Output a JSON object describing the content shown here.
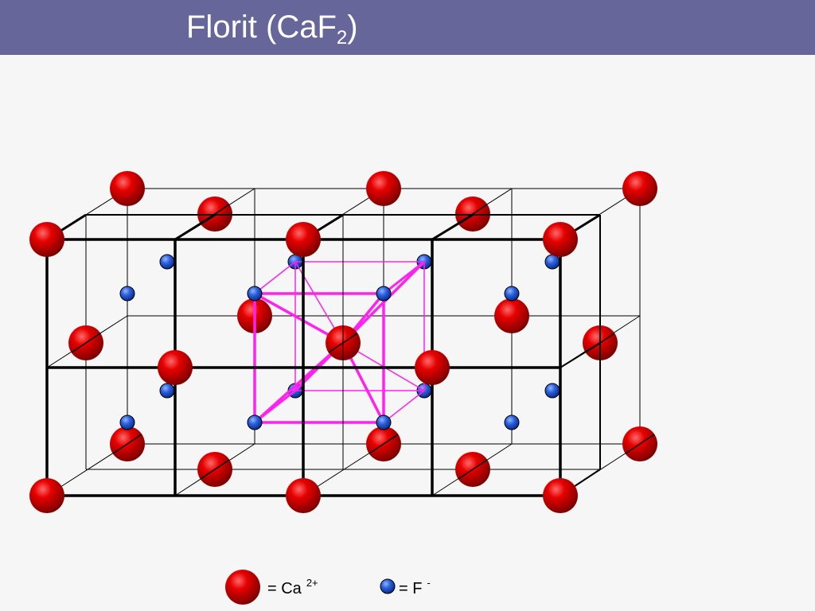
{
  "header": {
    "title_main": "Florit (CaF",
    "title_sub": "2",
    "title_end": ")"
  },
  "diagram": {
    "colors": {
      "title_bar": "#66669a",
      "calcium": "#d40000",
      "fluorine": "#2255cc",
      "coordination": "#ff22ee",
      "edges": "#000000"
    }
  },
  "legend": {
    "ca_text": "= Ca",
    "ca_charge": "2+",
    "f_text": "= F",
    "f_charge": "-"
  }
}
